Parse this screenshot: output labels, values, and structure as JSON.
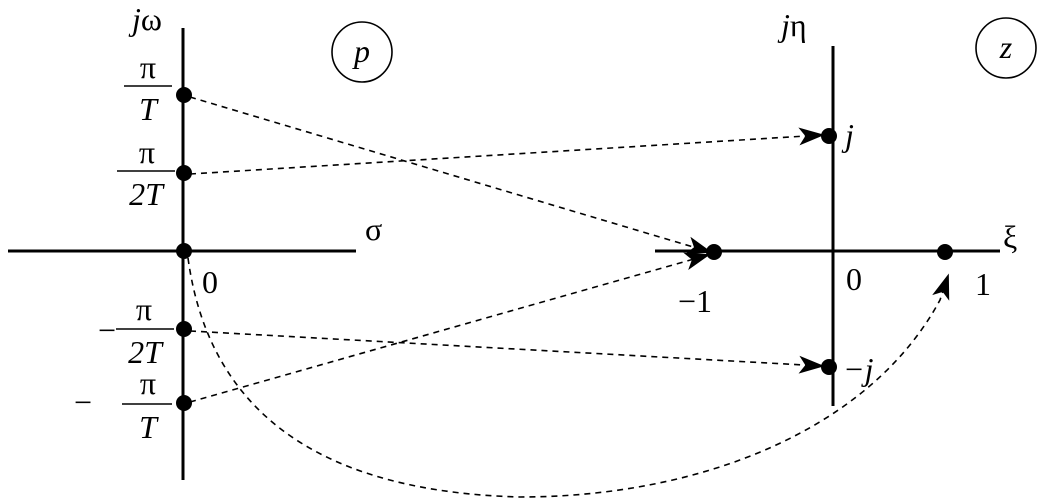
{
  "p_plane": {
    "badge": "p",
    "vertical_axis_label_j": "j",
    "vertical_axis_label_omega": "ω",
    "horizontal_axis_label": "σ",
    "origin_label": "0",
    "ticks": [
      {
        "sign": "",
        "numerator": "π",
        "denominator": "T"
      },
      {
        "sign": "",
        "numerator": "π",
        "denominator": "2T"
      },
      {
        "sign": "−",
        "numerator": "π",
        "denominator": "2T"
      },
      {
        "sign": "−",
        "numerator": "π",
        "denominator": "T"
      }
    ]
  },
  "z_plane": {
    "badge": "z",
    "vertical_axis_label_j": "j",
    "vertical_axis_label_eta": "η",
    "horizontal_axis_label": "ξ",
    "origin_label": "0",
    "point_labels": {
      "j": "j",
      "minus_j": "−j",
      "minus_one": "−1",
      "one": "1"
    }
  },
  "mappings": [
    {
      "from": "π/T",
      "to": "−1"
    },
    {
      "from": "π/2T",
      "to": "j"
    },
    {
      "from": "0",
      "to": "1"
    },
    {
      "from": "−π/2T",
      "to": "−j"
    },
    {
      "from": "−π/T",
      "to": "−1"
    }
  ],
  "colors": {
    "ink": "#000000",
    "background": "#ffffff"
  }
}
